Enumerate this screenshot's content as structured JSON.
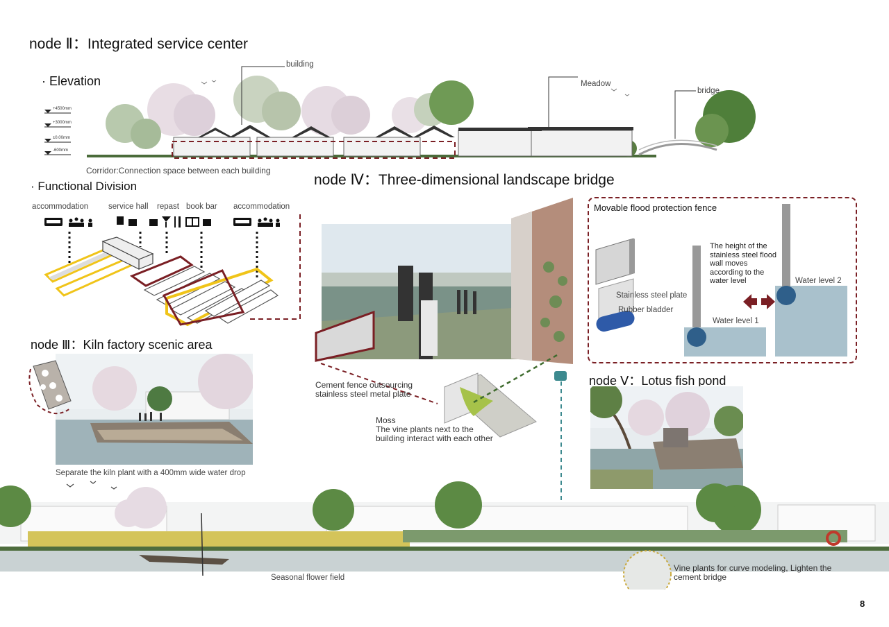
{
  "titles": {
    "node2": "node Ⅱ：Integrated service center",
    "node4": "node Ⅳ：Three-dimensional landscape bridge",
    "node3": "node Ⅲ：Kiln factory scenic area",
    "node5": "node Ⅴ：Lotus fish pond"
  },
  "elevation": {
    "heading": "· Elevation",
    "levels": [
      "+4500mm",
      "+3000mm",
      "±0.00mm",
      "-600mm"
    ],
    "callouts": {
      "building": "building",
      "meadow": "Meadow",
      "bridge": "bridge"
    },
    "corridor": "Corridor:Connection space between each building"
  },
  "functional": {
    "heading": "· Functional Division",
    "labels": [
      "accommodation",
      "service hall",
      "repast",
      "book bar",
      "accommodation"
    ]
  },
  "flood": {
    "title": "Movable flood protection fence",
    "description": "The height of the stainless steel flood wall moves according to the water level",
    "plate": "Stainless steel plate",
    "bladder": "Rubber bladder",
    "water1": "Water level 1",
    "water2": "Water level 2"
  },
  "bridge_notes": {
    "cement": "Cement fence outsourcing stainless steel metal plate",
    "moss": "Moss",
    "vine": "The vine plants next to the building interact with each other"
  },
  "kiln": {
    "caption": "Separate the kiln plant with a 400mm wide water drop"
  },
  "bottom": {
    "flower": "Seasonal flower field",
    "vine": "Vine plants for curve modeling, Lighten the cement bridge"
  },
  "page_number": "8",
  "colors": {
    "dark_red": "#7a1f24",
    "teal": "#3d8a8f",
    "green": "#3f6b2e",
    "yellow": "#f0c419",
    "water": "#a9c1cc"
  }
}
